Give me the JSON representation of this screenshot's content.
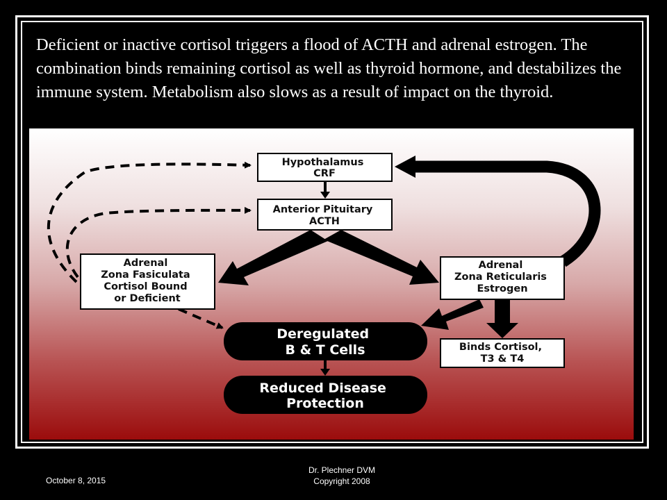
{
  "slide": {
    "body_text": "Deficient or inactive cortisol triggers a flood of ACTH and adrenal estrogen.  The combination binds remaining cortisol as well as thyroid hormone, and destabilizes the immune system.  Metabolism also slows as a result of impact on the thyroid."
  },
  "diagram": {
    "hypothalamus": {
      "line1": "Hypothalamus",
      "line2": "CRF"
    },
    "pituitary": {
      "line1": "Anterior Pituitary",
      "line2": "ACTH"
    },
    "fasiculata": {
      "line1": "Adrenal",
      "line2": "Zona Fasiculata",
      "line3": "Cortisol Bound",
      "line4": "or Deficient"
    },
    "reticularis": {
      "line1": "Adrenal",
      "line2": "Zona Reticularis",
      "line3": "Estrogen"
    },
    "deregulated": {
      "line1": "Deregulated",
      "line2": "B & T Cells"
    },
    "binds": {
      "line1": "Binds Cortisol,",
      "line2": "T3 & T4"
    },
    "reduced": {
      "line1": "Reduced Disease",
      "line2": "Protection"
    }
  },
  "footer": {
    "date": "October 8, 2015",
    "author_line1": "Dr. Plechner DVM",
    "author_line2": "Copyright 2008"
  }
}
